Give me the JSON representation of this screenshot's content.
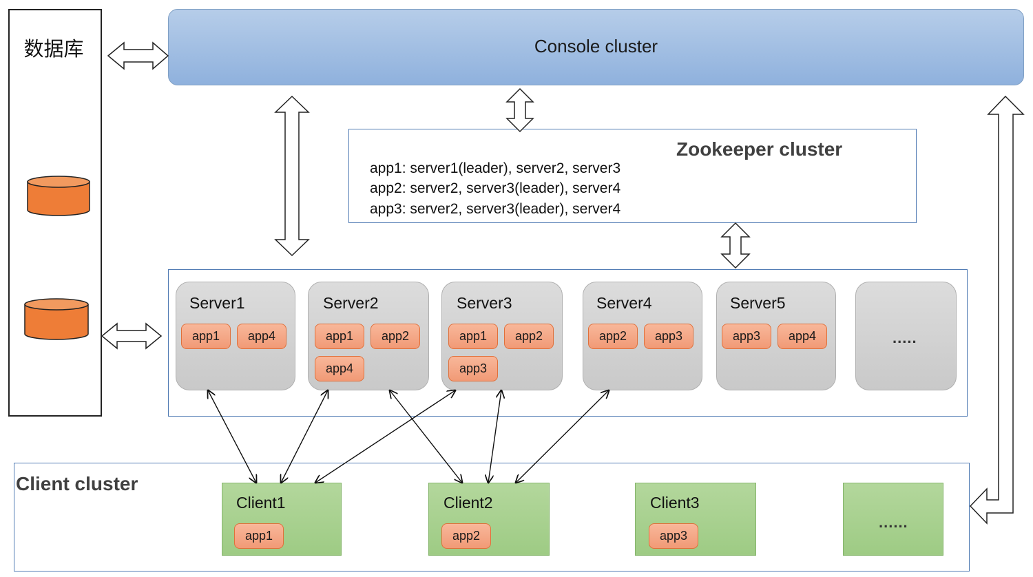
{
  "database": {
    "title": "数据库",
    "cylinder_color": "#ee7d37"
  },
  "console": {
    "label": "Console cluster",
    "color": "#9dbde4"
  },
  "zookeeper": {
    "title": "Zookeeper cluster",
    "lines": [
      "app1: server1(leader), server2, server3",
      "app2: server2, server3(leader), server4",
      "app3: server2, server3(leader), server4"
    ]
  },
  "servers": [
    {
      "label": "Server1",
      "apps": [
        "app1",
        "app4"
      ]
    },
    {
      "label": "Server2",
      "apps": [
        "app1",
        "app2",
        "app4"
      ]
    },
    {
      "label": "Server3",
      "apps": [
        "app1",
        "app2",
        "app3"
      ]
    },
    {
      "label": "Server4",
      "apps": [
        "app2",
        "app3"
      ]
    },
    {
      "label": "Server5",
      "apps": [
        "app3",
        "app4"
      ]
    },
    {
      "label": "....."
    }
  ],
  "client_cluster": {
    "title": "Client cluster",
    "clients": [
      {
        "label": "Client1",
        "app": "app1"
      },
      {
        "label": "Client2",
        "app": "app2"
      },
      {
        "label": "Client3",
        "app": "app3"
      },
      {
        "label": "......"
      }
    ]
  },
  "colors": {
    "app_chip": "#f4a582",
    "server_bg": "#d3d3d3",
    "client_bg": "#a9d18e",
    "border_blue": "#4f7ab3"
  }
}
